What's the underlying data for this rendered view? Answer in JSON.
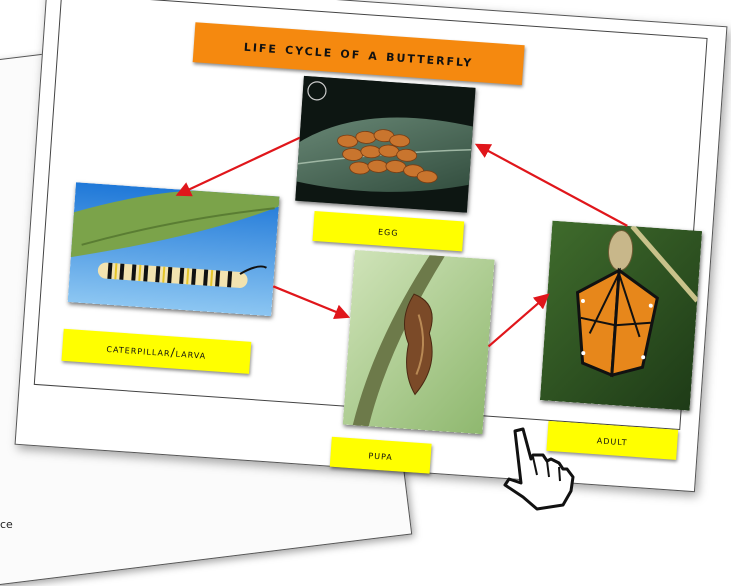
{
  "title": "LIFE CYCLE OF A BUTTERFLY",
  "stages": {
    "egg": "EGG",
    "larva": "CATERPILLAR/LARVA",
    "pupa": "PUPA",
    "adult": "ADULT"
  },
  "back_sheet_fragment": "ce",
  "colors": {
    "title_bg": "#f5890f",
    "label_bg": "#ffff00",
    "arrow": "#e0161b"
  },
  "cursor_icon": "hand-pointer-icon"
}
